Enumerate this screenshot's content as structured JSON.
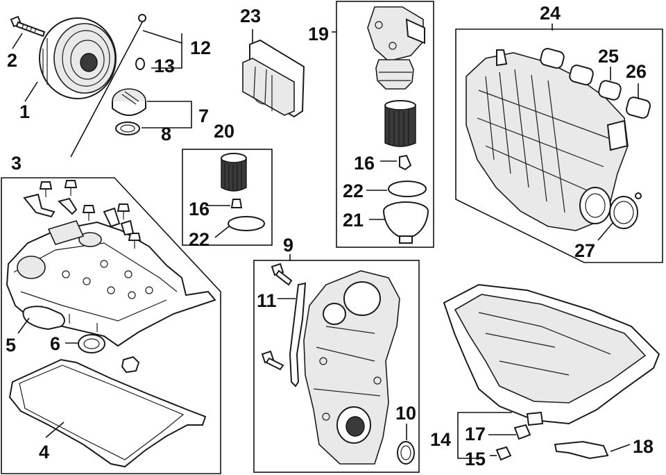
{
  "callouts": {
    "c1": "1",
    "c2": "2",
    "c3": "3",
    "c4": "4",
    "c5": "5",
    "c6": "6",
    "c7": "7",
    "c8": "8",
    "c9": "9",
    "c10": "10",
    "c11": "11",
    "c12": "12",
    "c13": "13",
    "c14": "14",
    "c15": "15",
    "c16a": "16",
    "c16b": "16",
    "c17": "17",
    "c18": "18",
    "c19": "19",
    "c20": "20",
    "c21": "21",
    "c22a": "22",
    "c22b": "22",
    "c23": "23",
    "c24": "24",
    "c25": "25",
    "c26": "26",
    "c27": "27"
  },
  "colors": {
    "line": "#1a1a1a",
    "background": "#ffffff"
  }
}
